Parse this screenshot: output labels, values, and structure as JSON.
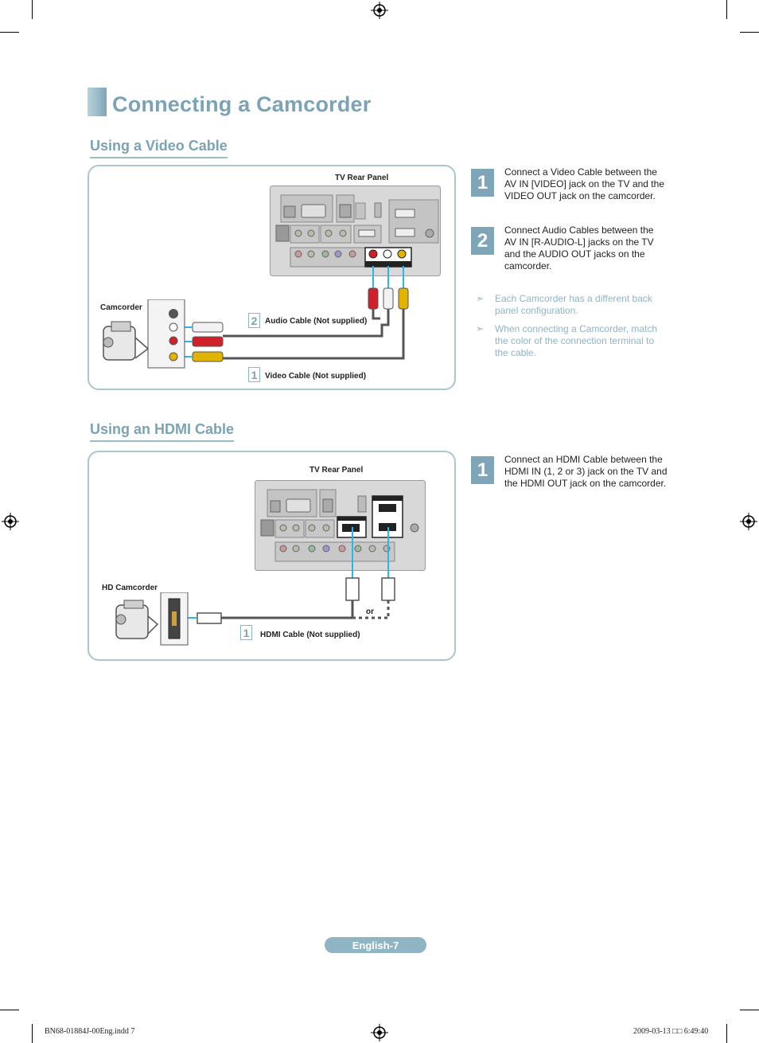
{
  "page": {
    "title": "Connecting a Camcorder",
    "page_label": "English-7"
  },
  "video_section": {
    "heading": "Using a Video Cable",
    "tv_rear_panel_label": "TV Rear Panel",
    "device_label": "Camcorder",
    "cable_audio": {
      "number": "2",
      "label": "Audio Cable (Not supplied)"
    },
    "cable_video": {
      "number": "1",
      "label": "Video Cable (Not supplied)"
    },
    "steps": [
      {
        "number": "1",
        "text": "Connect a Video Cable between the AV IN [VIDEO] jack on the TV and the VIDEO OUT jack on the camcorder."
      },
      {
        "number": "2",
        "text": "Connect Audio Cables between the AV IN [R-AUDIO-L] jacks on the TV and the AUDIO OUT jacks on the camcorder."
      }
    ],
    "notes": [
      {
        "marker": "➣",
        "text": "Each Camcorder has a different back panel configuration."
      },
      {
        "marker": "➣",
        "text": "When connecting a Camcorder, match the color of the connection terminal to the cable."
      }
    ]
  },
  "hdmi_section": {
    "heading": "Using an HDMI Cable",
    "tv_rear_panel_label": "TV Rear Panel",
    "device_label": "HD Camcorder",
    "or_label": "or",
    "cable_hdmi": {
      "number": "1",
      "label": "HDMI Cable (Not supplied)"
    },
    "steps": [
      {
        "number": "1",
        "text": "Connect an HDMI Cable between the HDMI IN (1, 2 or 3) jack on the TV and the HDMI OUT jack on the camcorder."
      }
    ]
  },
  "footer": {
    "file": "BN68-01884J-00Eng.indd   7",
    "timestamp": "2009-03-13   □□ 6:49:40"
  },
  "colors": {
    "accent": "#7ba3b6",
    "accent_light": "#8fb4c4",
    "border": "#a9c6d3",
    "cable_video": "#e2b300",
    "cable_audio_r": "#d0202a",
    "cable_audio_l": "#ffffff",
    "cable_highlight": "#29b6e8"
  }
}
